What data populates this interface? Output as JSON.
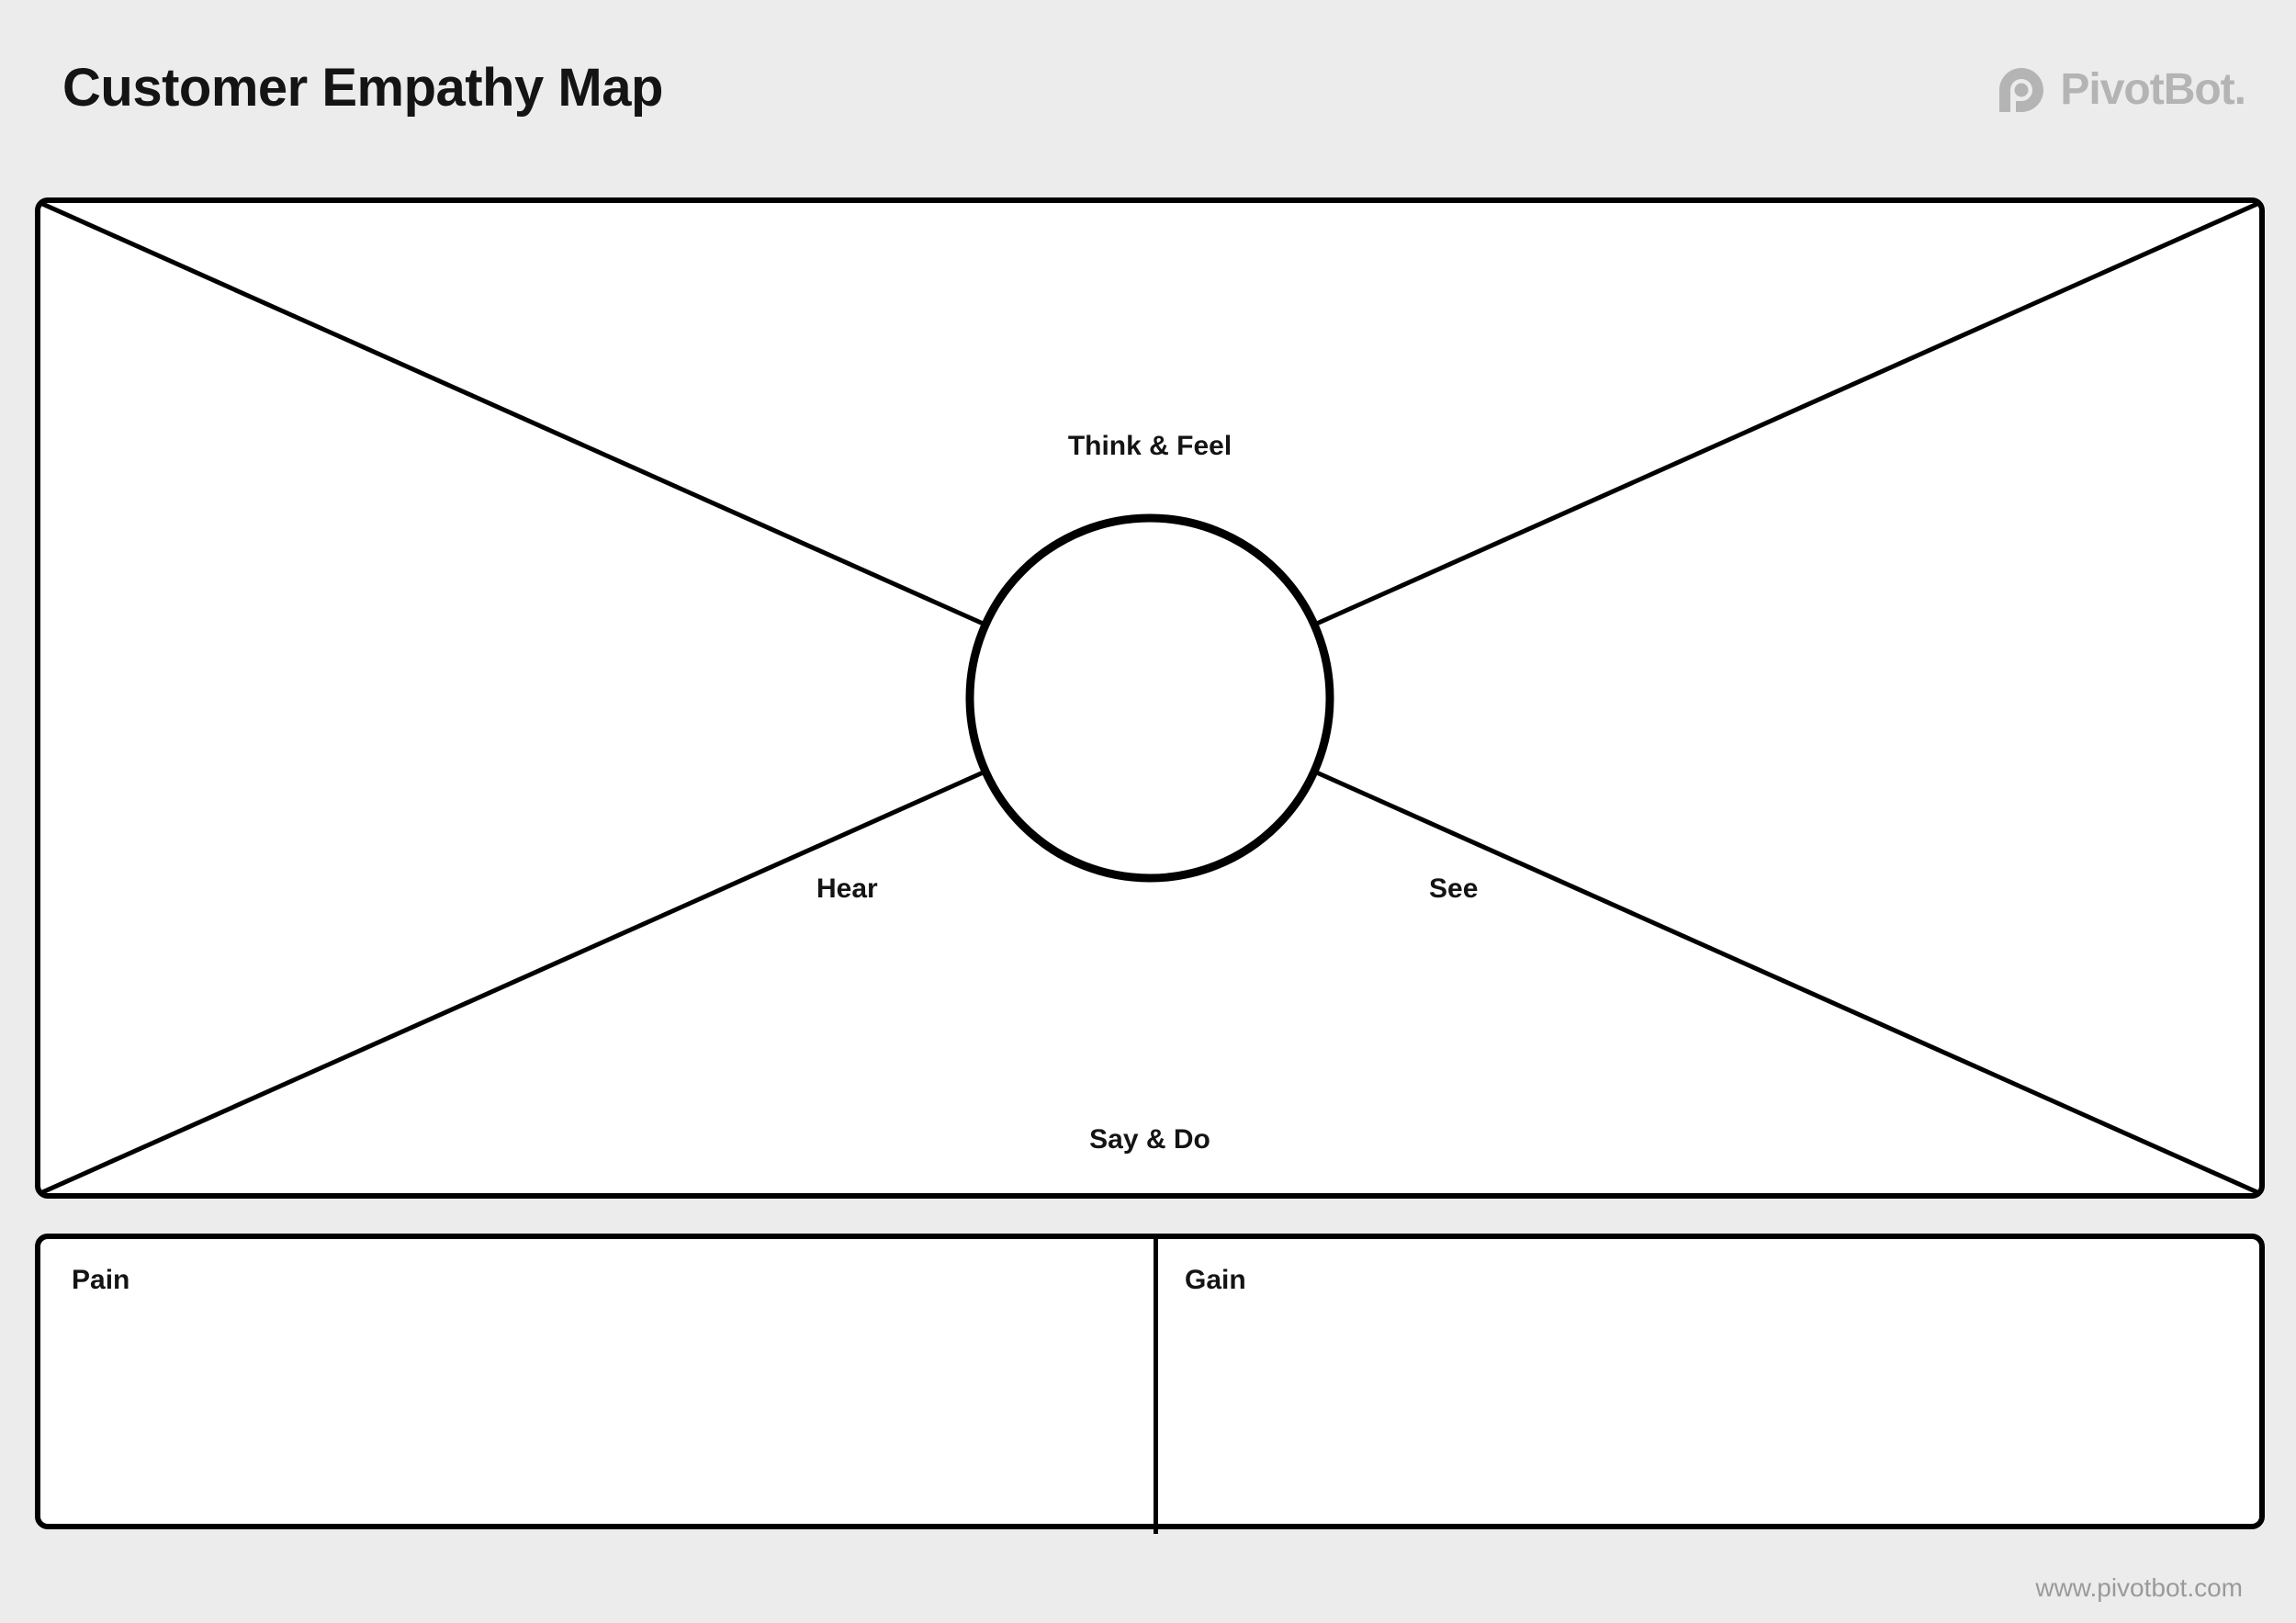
{
  "page": {
    "title": "Customer Empathy Map",
    "background_color": "#ececec",
    "panel_background": "#ffffff",
    "stroke_color": "#000000"
  },
  "brand": {
    "name": "PivotBot.",
    "mark_icon": "pivotbot-p-logo-icon",
    "color": "#b4b4b4"
  },
  "map": {
    "center_icon": "empathy-center-circle",
    "quadrants": [
      {
        "key": "think_feel",
        "label": "Think & Feel",
        "position": "top"
      },
      {
        "key": "see",
        "label": "See",
        "position": "right"
      },
      {
        "key": "say_do",
        "label": "Say & Do",
        "position": "bottom"
      },
      {
        "key": "hear",
        "label": "Hear",
        "position": "left"
      }
    ]
  },
  "bottom_sections": [
    {
      "key": "pain",
      "label": "Pain"
    },
    {
      "key": "gain",
      "label": "Gain"
    }
  ],
  "footer": {
    "url": "www.pivotbot.com",
    "color": "#9a9a9a"
  }
}
